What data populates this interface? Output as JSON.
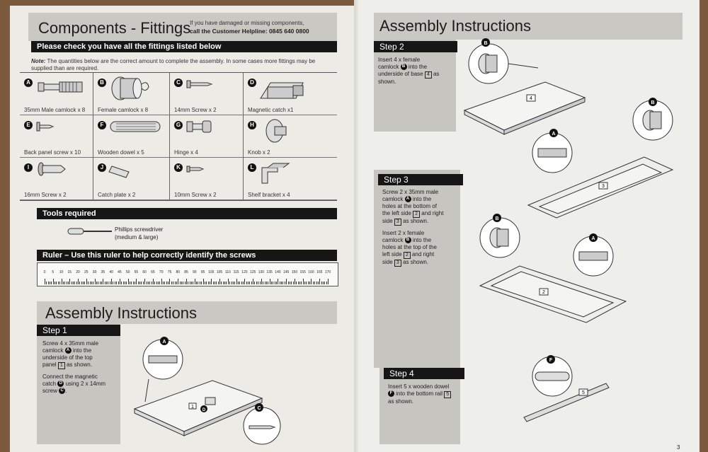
{
  "left": {
    "title": "Components - Fittings",
    "helpline_text": "If you have damaged or missing components,",
    "helpline_call": "call the Customer Helpline: 0845 640 0800",
    "check_bar": "Please check you have all the fittings listed below",
    "note_label": "Note:",
    "note_text": "The quantities below are the correct amount to complete the assembly. In some cases more fittings may be supplied than are required.",
    "fittings": [
      {
        "letter": "A",
        "label": "35mm Male camlock x 8"
      },
      {
        "letter": "B",
        "label": "Female camlock x 8"
      },
      {
        "letter": "C",
        "label": "14mm Screw x 2"
      },
      {
        "letter": "D",
        "label": "Magnetic catch x1"
      },
      {
        "letter": "E",
        "label": "Back panel screw x 10"
      },
      {
        "letter": "F",
        "label": "Wooden dowel x 5"
      },
      {
        "letter": "G",
        "label": "Hinge x 4"
      },
      {
        "letter": "H",
        "label": "Knob x 2"
      },
      {
        "letter": "I",
        "label": "16mm Screw x 2"
      },
      {
        "letter": "J",
        "label": "Catch plate x 2"
      },
      {
        "letter": "K",
        "label": "10mm Screw x 2"
      },
      {
        "letter": "L",
        "label": "Shelf bracket x 4"
      }
    ],
    "tools_bar": "Tools required",
    "tool_line1": "Phillips screwdriver",
    "tool_line2": "(medium & large)",
    "ruler_bar": "Ruler – Use this ruler to help correctly identify the screws",
    "ruler_ticks": [
      "0",
      "5",
      "10",
      "15",
      "20",
      "25",
      "30",
      "35",
      "40",
      "45",
      "50",
      "55",
      "60",
      "65",
      "70",
      "75",
      "80",
      "85",
      "90",
      "95",
      "100",
      "105",
      "110",
      "115",
      "120",
      "125",
      "130",
      "135",
      "140",
      "145",
      "150",
      "155",
      "160",
      "165",
      "170"
    ],
    "assembly_title": "Assembly Instructions",
    "step1": {
      "label": "Step 1",
      "t1": "Screw 4 x 35mm male",
      "t2a": "camlock",
      "t2b": "into the",
      "t3": "underside of the top",
      "t4a": "panel",
      "t4b": "as shown.",
      "t5": "Connect the magnetic",
      "t6a": "catch",
      "t6b": "using 2 x 14mm",
      "t7": "screw",
      "badge_a": "A",
      "badge_d": "D",
      "badge_c": "C",
      "panel": "1"
    }
  },
  "right": {
    "title": "Assembly Instructions",
    "step2": {
      "label": "Step 2",
      "t1": "Insert 4 x female",
      "t2a": "camlock",
      "t2b": "into the",
      "t3a": "underside of base",
      "t3b": "as",
      "t4": "shown.",
      "badge": "B",
      "panel": "4"
    },
    "step3": {
      "label": "Step 3",
      "t1": "Screw 2 x 35mm male",
      "t2a": "camlock",
      "t2b": "into the",
      "t3": "holes at the bottom of",
      "t4a": "the left side",
      "t4b": "and right",
      "t5a": "side",
      "t5b": "as shown.",
      "t6": "Insert 2 x female",
      "t7a": "camlock",
      "t7b": "into the",
      "t8": "holes at the top of the",
      "t9a": "left side",
      "t9b": "and right",
      "t10a": "side",
      "t10b": "as shown.",
      "badge_a": "A",
      "badge_b": "B",
      "left_side": "2",
      "right_side": "3"
    },
    "step4": {
      "label": "Step 4",
      "t1": "Insert 5 x wooden dowel",
      "t2a": "",
      "t2b": "into the bottom rail",
      "t3": "as shown.",
      "badge": "F",
      "rail": "5"
    },
    "page_number": "3"
  },
  "colors": {
    "black_bar": "#161616",
    "grey_band": "#c9c8c3",
    "page": "#ecebe6"
  }
}
